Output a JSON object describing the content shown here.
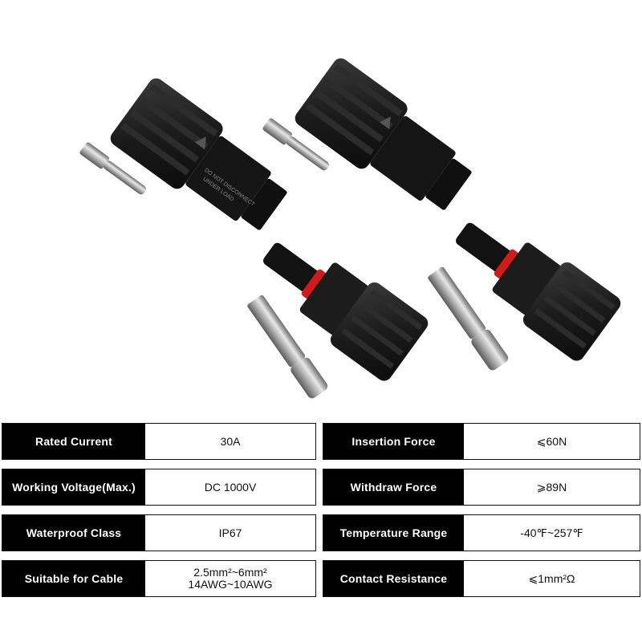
{
  "housing_text": {
    "line1": "DO NOT DISCONNECT",
    "line2": "UNDER LOAD"
  },
  "specs": [
    {
      "label": "Rated Current",
      "value": "30A"
    },
    {
      "label": "Insertion Force",
      "value": "⩽60N"
    },
    {
      "label": "Working Voltage(Max.)",
      "value": "DC 1000V"
    },
    {
      "label": "Withdraw Force",
      "value": "⩾89N"
    },
    {
      "label": "Waterproof Class",
      "value": "IP67"
    },
    {
      "label": "Temperature Range",
      "value": "-40℉~257℉"
    },
    {
      "label": "Suitable for Cable",
      "value_line1": "2.5mm²~6mm²",
      "value_line2": "14AWG~10AWG"
    },
    {
      "label": "Contact Resistance",
      "value": "⩽1mm²Ω"
    }
  ],
  "colors": {
    "housing": "#1a1a1a",
    "seal": "#d11a1a",
    "metal": "#b8b8b8",
    "label_bg": "#000000"
  }
}
